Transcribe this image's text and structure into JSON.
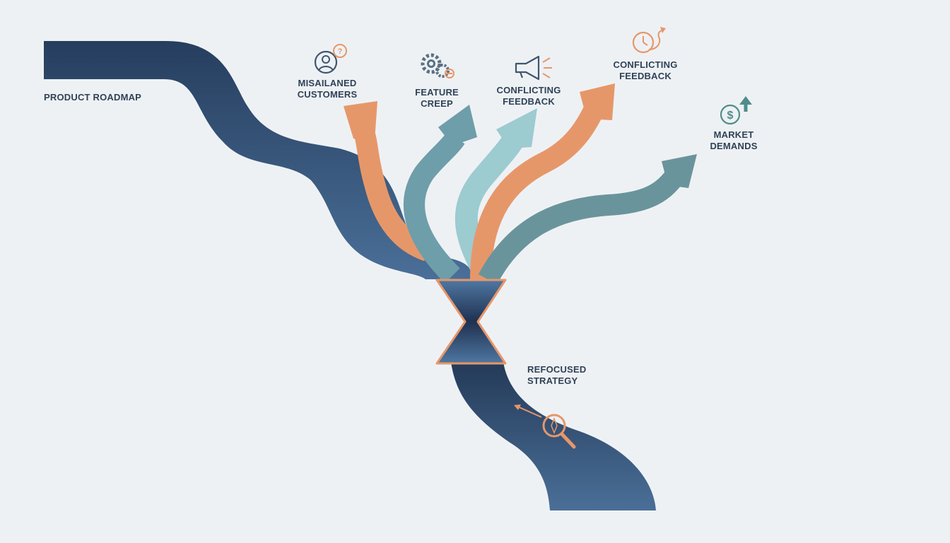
{
  "title": "PRODUCT ROADMAP",
  "outcome": {
    "line1": "REFOCUSED",
    "line2": "STRATEGY",
    "icon": "compass-magnifier-icon"
  },
  "challenges": [
    {
      "line1": "MISAILANED",
      "line2": "CUSTOMERS",
      "icon": "user-question-icon",
      "arrow_color": "#e6976a"
    },
    {
      "line1": "FEATURE",
      "line2": "CREEP",
      "icon": "gears-icon",
      "arrow_color": "#6e9eaa"
    },
    {
      "line1": "CONFLICTING",
      "line2": "FEEDBACK",
      "icon": "megaphone-icon",
      "arrow_color": "#9ccbd0"
    },
    {
      "line1": "CONFLICTING",
      "line2": "FEEDBACK",
      "icon": "clock-arrow-icon",
      "arrow_color": "#e6976a"
    },
    {
      "line1": "MARKET",
      "line2": "DEMANDS",
      "icon": "dollar-growth-icon",
      "arrow_color": "#6a949b"
    }
  ],
  "colors": {
    "background": "#eef1f4",
    "road_dark": "#263e5e",
    "road_light": "#4a6f98",
    "accent_orange": "#e6976a",
    "text": "#2f4257"
  }
}
